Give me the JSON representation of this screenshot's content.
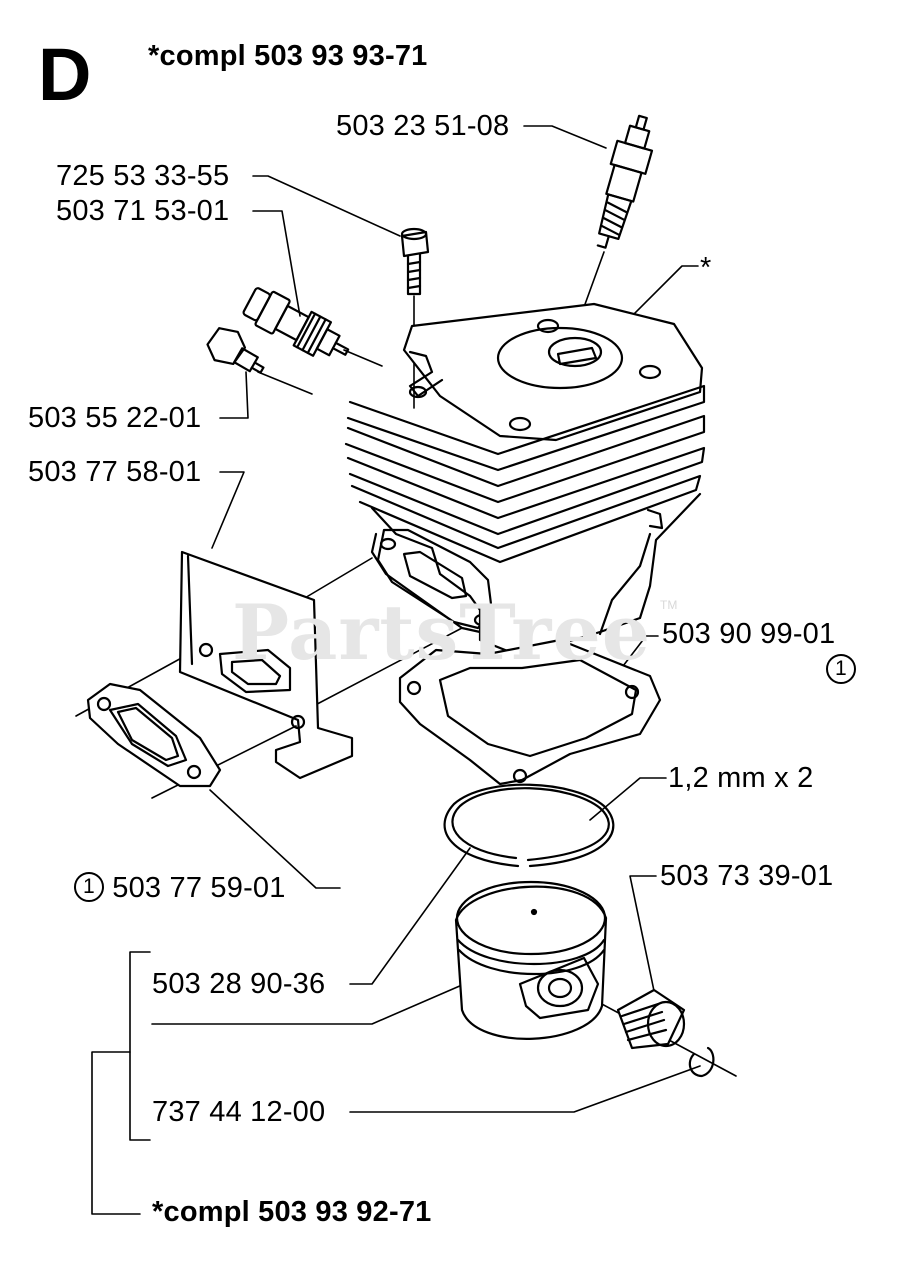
{
  "section_letter": "D",
  "watermark": "PartsTree",
  "watermark_tm": "TM",
  "note_symbol": "1",
  "header_assembly": "*compl 503 93 93-71",
  "footer_assembly": "*compl 503 93 92-71",
  "labels": {
    "spark_plug": "503 23 51-08",
    "screw": "725 53 33-55",
    "decomp_valve": "503 71 53-01",
    "cylinder_marker": "*",
    "plug": "503 55 22-01",
    "heat_shield": "503 77 58-01",
    "cylinder_gasket": "503 90 99-01",
    "ring_spec": "1,2 mm x 2",
    "exhaust_gasket": "503 77 59-01",
    "needle_bearing": "503 73 39-01",
    "piston_ring": "503 28 90-36",
    "circlip": "737 44 12-00"
  }
}
